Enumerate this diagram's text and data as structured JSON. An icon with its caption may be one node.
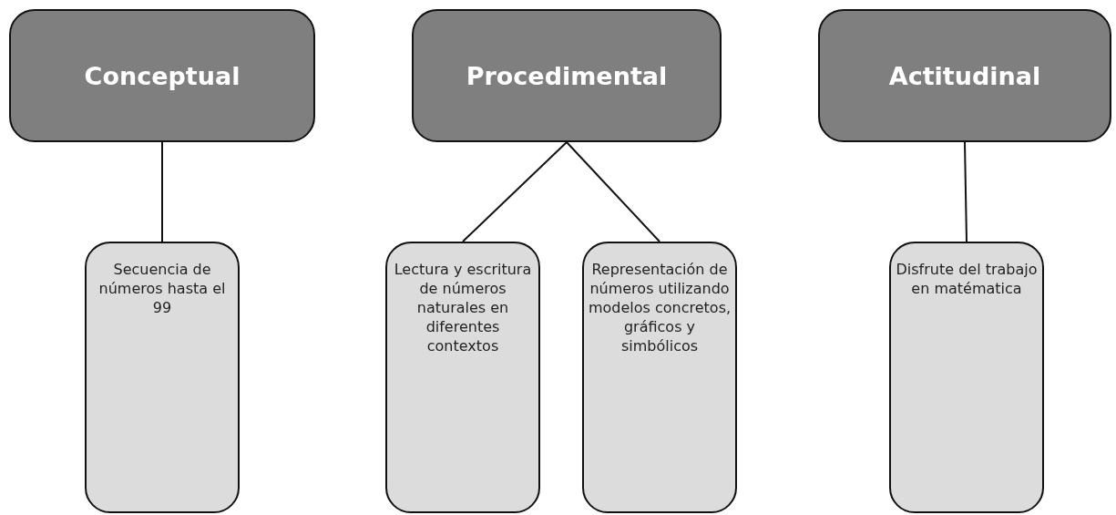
{
  "diagram": {
    "nodes": [
      {
        "text": [
          "Conceptual"
        ]
      },
      {
        "text": [
          "Procedimental"
        ]
      },
      {
        "text": [
          "Actitudinal"
        ]
      },
      {
        "text": [
          "Secuencia de números hasta el 99"
        ]
      },
      {
        "text": [
          "Lectura y escritura de números naturales en diferentes contextos"
        ]
      },
      {
        "text": [
          "Representación de números utilizando modelos concretos, gráficos y simbólicos"
        ]
      },
      {
        "text": [
          "Disfrute del trabajo en matématica"
        ]
      }
    ],
    "edges": [
      {
        "from": 0,
        "to": 3,
        "arrow": "none"
      },
      {
        "from": 1,
        "to": 4,
        "arrow": "none"
      },
      {
        "from": 1,
        "to": 5,
        "arrow": "none"
      },
      {
        "from": 2,
        "to": 6,
        "arrow": "none"
      }
    ]
  }
}
